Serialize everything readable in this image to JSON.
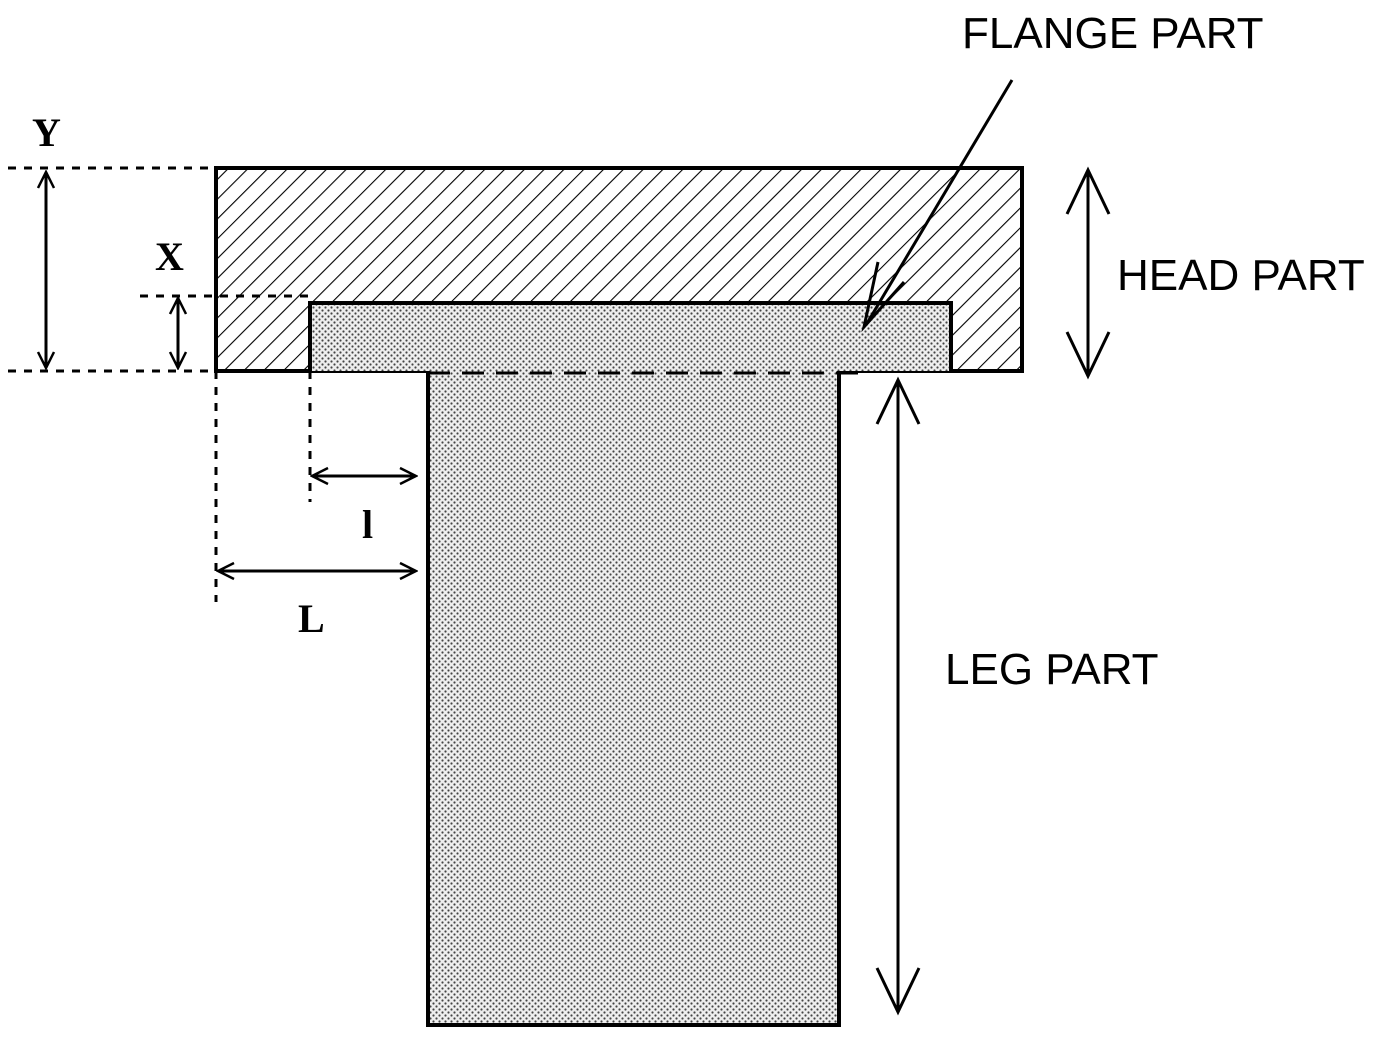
{
  "labels": {
    "flange": "FLANGE PART",
    "head": "HEAD PART",
    "leg": "LEG PART",
    "dim_y": "Y",
    "dim_x": "X",
    "dim_small_l": "l",
    "dim_big_l": "L"
  },
  "colors": {
    "ink": "#000000",
    "background": "#ffffff",
    "dot_fill": "#d9d9d9"
  }
}
